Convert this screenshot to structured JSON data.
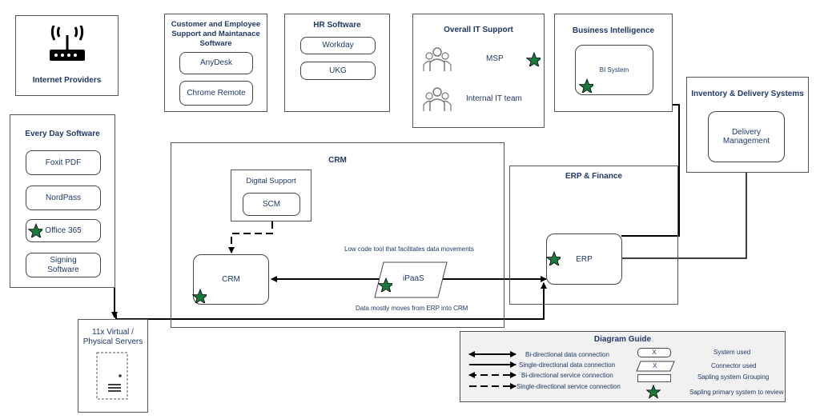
{
  "colors": {
    "star": "#1a7a3a",
    "text": "#1f3864",
    "border": "#555555"
  },
  "internet": {
    "title": "Internet Providers",
    "icon": "wifi-router-icon"
  },
  "support": {
    "title": "Customer and Employee Support and Maintanace Software",
    "items": [
      "AnyDesk",
      "Chrome Remote"
    ]
  },
  "hr": {
    "title": "HR Software",
    "items": [
      "Workday",
      "UKG"
    ]
  },
  "it": {
    "title": "Overall IT Support",
    "msp": "MSP",
    "internal": "Internal IT team",
    "icon": "people-group-icon"
  },
  "bi": {
    "title": "Business Intelligence",
    "system": "BI System"
  },
  "inventory": {
    "title": "Inventory & Delivery Systems",
    "system": "Delivery Management"
  },
  "everyday": {
    "title": "Every Day Software",
    "items": [
      "Foxit PDF",
      "NordPass",
      "Office 365",
      "Signing Software"
    ]
  },
  "crm_group": {
    "title": "CRM",
    "digital_title": "Digital Support",
    "scm": "SCM",
    "crm": "CRM",
    "ipaas": "iPaaS",
    "note_top": "Low code tool that facilitates data movements",
    "note_bottom": "Data mostly moves from ERP into CRM"
  },
  "erp_group": {
    "title": "ERP & Finance",
    "erp": "ERP"
  },
  "servers": {
    "title": "11x Virtual / Physical Servers",
    "icon": "server-icon"
  },
  "guide": {
    "title": "Diagram Guide",
    "lines": [
      "Bi-directional data connection",
      "Single-directional data connection",
      "Bi-directional service connection",
      "Single-directional service connection"
    ],
    "symbols": [
      "System used",
      "Connector used",
      "Sapling system Grouping",
      "Sapling primary system to review"
    ],
    "sample_label": "X"
  }
}
